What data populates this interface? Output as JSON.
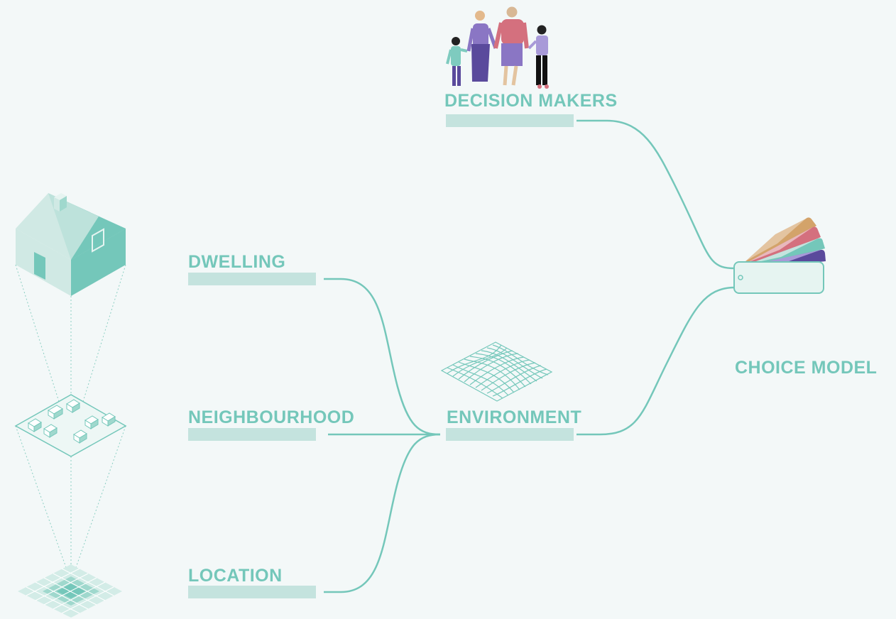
{
  "diagram": {
    "labels": {
      "decision_makers": "DECISION MAKERS",
      "dwelling": "DWELLING",
      "neighbourhood": "NEIGHBOURHOOD",
      "location": "LOCATION",
      "environment": "ENVIRONMENT",
      "choice_model": "CHOICE MODEL"
    },
    "colors": {
      "accent": "#74c7ba",
      "accent_light": "#c4e3de",
      "background": "#f3f8f8",
      "swatch_purple": "#5a4a9c",
      "swatch_teal": "#74c7ba",
      "swatch_pink": "#d4707e",
      "swatch_tan": "#d3a36a"
    },
    "icons": [
      "house-icon",
      "neighbourhood-plane-icon",
      "terrain-grid-icon",
      "family-icon",
      "color-swatch-fan-icon"
    ]
  }
}
